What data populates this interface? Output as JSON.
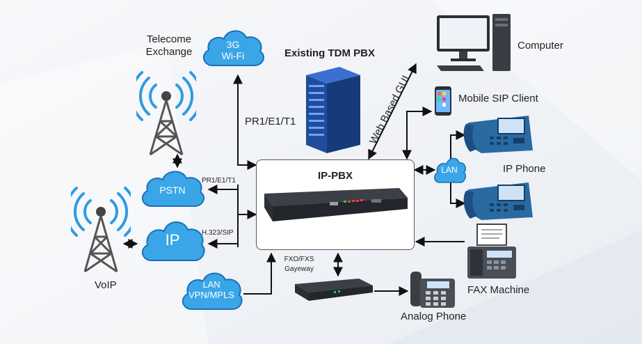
{
  "labels": {
    "telecome": "Telecome",
    "exchange": "Exchange",
    "existing_tdm": "Existing TDM PBX",
    "pr1_vertical": "PR1/E1/T1",
    "web_gui": "Web Based GUI",
    "computer": "Computer",
    "mobile_sip": "Mobile SIP Client",
    "ip_phone": "IP Phone",
    "ip_pbx": "IP-PBX",
    "pr1_small": "PR1/E1/T1",
    "h323": "H.323/SIP",
    "voip": "VoIP",
    "fxo_line1": "FXO/FXS",
    "fxo_line2": "Gayeway",
    "fax": "FAX Machine",
    "analog": "Analog Phone"
  },
  "clouds": {
    "wifi_line1": "3G",
    "wifi_line2": "Wi-Fi",
    "pstn": "PSTN",
    "ip": "IP",
    "lan_right": "LAN",
    "lan_vpn_line1": "LAN",
    "lan_vpn_line2": "VPN/MPLS"
  },
  "colors": {
    "cloud_fill": "#3aa6e8",
    "cloud_edge": "#1b6fb8",
    "phone_blue": "#2a6aa3",
    "server_blue": "#1f4d9a",
    "arrow": "#111111"
  },
  "icons": [
    "radio-tower-icon",
    "cloud-icon",
    "server-rack-icon",
    "desktop-computer-icon",
    "smartphone-icon",
    "desk-phone-icon",
    "fax-machine-icon",
    "analog-phone-icon",
    "pbx-appliance-icon",
    "gateway-device-icon"
  ]
}
